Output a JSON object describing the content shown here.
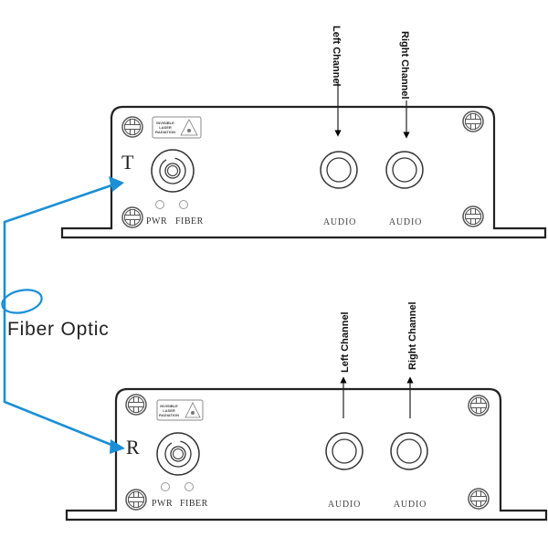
{
  "diagram": {
    "title": "Fiber optic audio transmitter / receiver connection",
    "link_label": "Fiber Optic",
    "link_color": "#1a8fd6",
    "units": [
      {
        "id": "transmitter",
        "letter": "T",
        "laser_label": [
          "INVISIBLE",
          "LASER",
          "RADIATION"
        ],
        "leds": [
          "PWR",
          "FIBER"
        ],
        "audio_ports": [
          "AUDIO",
          "AUDIO"
        ],
        "channels": [
          "Left Channel",
          "Right Channel"
        ],
        "channel_direction": "in"
      },
      {
        "id": "receiver",
        "letter": "R",
        "laser_label": [
          "INVISIBLE",
          "LASER",
          "RADIATION"
        ],
        "leds": [
          "PWR",
          "FIBER"
        ],
        "audio_ports": [
          "AUDIO",
          "AUDIO"
        ],
        "channels": [
          "Left Channel",
          "Right Channel"
        ],
        "channel_direction": "out"
      }
    ]
  }
}
